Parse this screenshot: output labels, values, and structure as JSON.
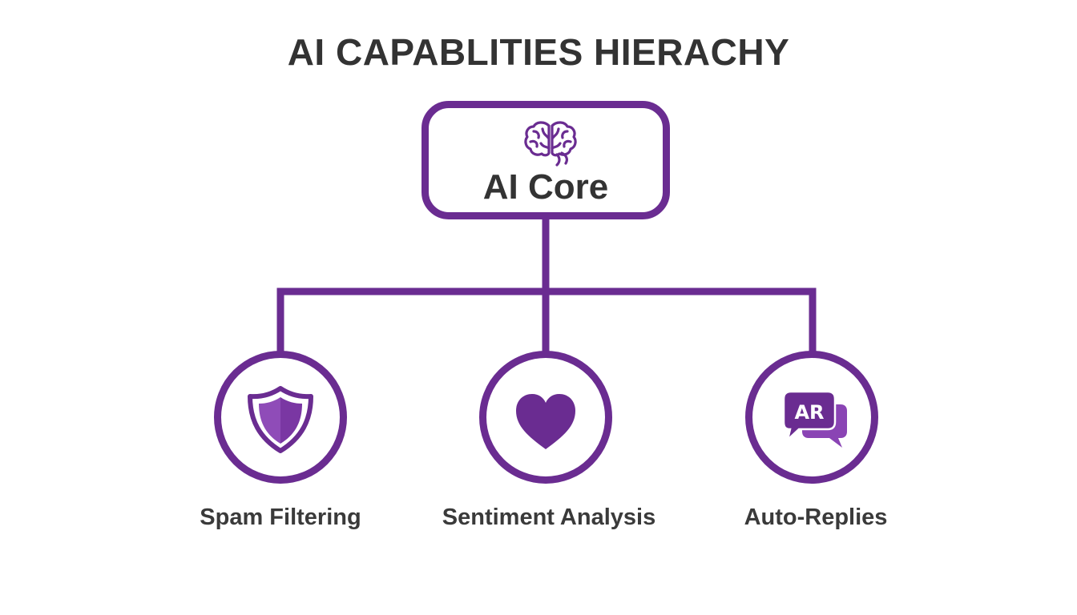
{
  "title": "AI CAPABLITIES HIERACHY",
  "colors": {
    "accent": "#6a2c91",
    "accent_light": "#8a44b4",
    "text": "#333333",
    "background": "#ffffff"
  },
  "root": {
    "label": "AI Core",
    "icon": "brain-icon"
  },
  "children": [
    {
      "label": "Spam Filtering",
      "icon": "shield-icon"
    },
    {
      "label": "Sentiment Analysis",
      "icon": "heart-icon"
    },
    {
      "label": "Auto-Replies",
      "icon": "chat-bubbles-icon",
      "icon_text": "AR"
    }
  ]
}
